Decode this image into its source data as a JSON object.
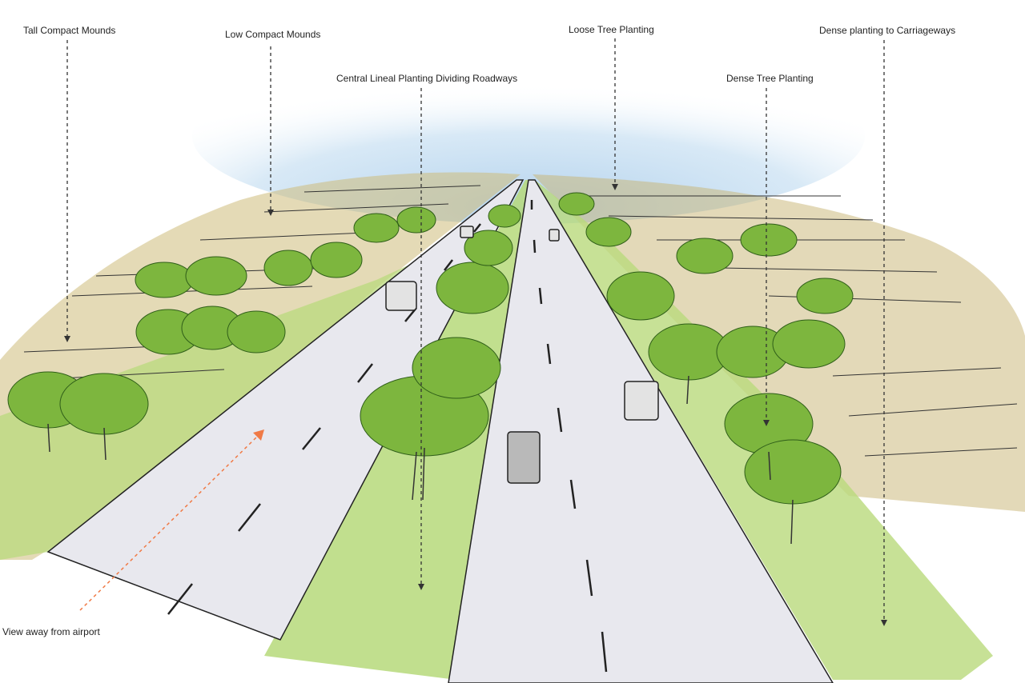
{
  "annotations": {
    "tall_compact_mounds": "Tall Compact Mounds",
    "low_compact_mounds": "Low Compact Mounds",
    "central_lineal_planting": "Central Lineal Planting Dividing Roadways",
    "loose_tree_planting": "Loose Tree Planting",
    "dense_tree_planting": "Dense Tree Planting",
    "dense_planting_carriageways": "Dense planting  to Carriageways",
    "view_away_from_airport": "View away from airport"
  },
  "colors": {
    "sky": "#bcd8ee",
    "grass": "#b7d77a",
    "grass_light": "#d6e8a6",
    "tree": "#7fb53f",
    "tree_dark": "#4f8a2a",
    "mound": "#c9b97a",
    "road": "#e9e9ee",
    "arrow": "#f07a46"
  }
}
